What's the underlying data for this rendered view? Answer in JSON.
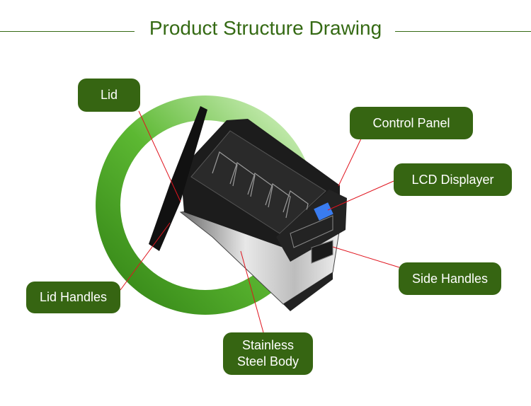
{
  "title": "Product Structure Drawing",
  "labels": {
    "lid": "Lid",
    "control_panel": "Control Panel",
    "lcd": "LCD Displayer",
    "side_handles": "Side Handles",
    "lid_handles": "Lid Handles",
    "body_line1": "Stainless",
    "body_line2": "Steel Body"
  },
  "colors": {
    "label_bg": "#366512",
    "title": "#356a14",
    "leader": "#e0141e"
  }
}
